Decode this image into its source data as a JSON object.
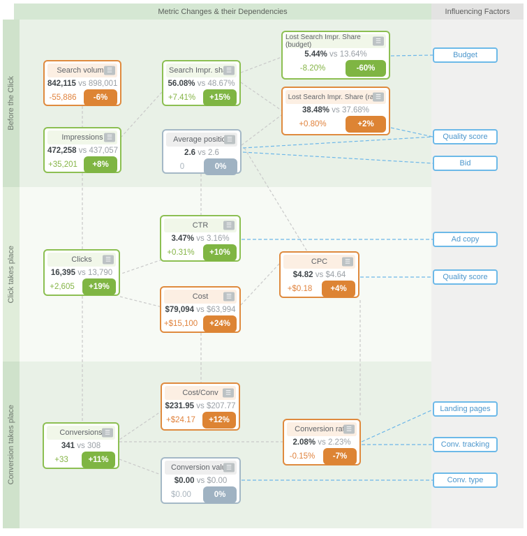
{
  "header": {
    "metrics_title": "Metric Changes & their Dependencies",
    "factors_title": "Influencing Factors"
  },
  "sections": [
    {
      "id": "before-click",
      "label": "Before the Click"
    },
    {
      "id": "click-takes-place",
      "label": "Click takes place"
    },
    {
      "id": "conversion-takes-place",
      "label": "Conversion takes place"
    }
  ],
  "cards": [
    {
      "id": "search-volume",
      "title": "Search volume",
      "tone": "orange",
      "current": "842,115",
      "vs_label": "vs",
      "previous": "898,001",
      "delta": "-55,886",
      "percent": "-6%"
    },
    {
      "id": "impressions",
      "title": "Impressions",
      "tone": "green",
      "current": "472,258",
      "vs_label": "vs",
      "previous": "437,057",
      "delta": "+35,201",
      "percent": "+8%"
    },
    {
      "id": "search-impr-share",
      "title": "Search Impr. share",
      "tone": "green",
      "current": "56.08%",
      "vs_label": "vs",
      "previous": "48.67%",
      "delta": "+7.41%",
      "percent": "+15%"
    },
    {
      "id": "average-position",
      "title": "Average position",
      "tone": "neutral",
      "current": "2.6",
      "vs_label": "vs",
      "previous": "2.6",
      "delta": "0",
      "percent": "0%"
    },
    {
      "id": "lost-is-budget",
      "title": "Lost Search Impr. Share (budget)",
      "tone": "green",
      "current": "5.44%",
      "vs_label": "vs",
      "previous": "13.64%",
      "delta": "-8.20%",
      "percent": "-60%"
    },
    {
      "id": "lost-is-rank",
      "title": "Lost Search Impr. Share (rank)",
      "tone": "orange",
      "current": "38.48%",
      "vs_label": "vs",
      "previous": "37.68%",
      "delta": "+0.80%",
      "percent": "+2%"
    },
    {
      "id": "ctr",
      "title": "CTR",
      "tone": "green",
      "current": "3.47%",
      "vs_label": "vs",
      "previous": "3.16%",
      "delta": "+0.31%",
      "percent": "+10%"
    },
    {
      "id": "clicks",
      "title": "Clicks",
      "tone": "green",
      "current": "16,395",
      "vs_label": "vs",
      "previous": "13,790",
      "delta": "+2,605",
      "percent": "+19%"
    },
    {
      "id": "cost",
      "title": "Cost",
      "tone": "orange",
      "current": "$79,094",
      "vs_label": "vs",
      "previous": "$63,994",
      "delta": "+$15,100",
      "percent": "+24%"
    },
    {
      "id": "cpc",
      "title": "CPC",
      "tone": "orange",
      "current": "$4.82",
      "vs_label": "vs",
      "previous": "$4.64",
      "delta": "+$0.18",
      "percent": "+4%"
    },
    {
      "id": "cost-conv",
      "title": "Cost/Conv",
      "tone": "orange",
      "current": "$231.95",
      "vs_label": "vs",
      "previous": "$207.77",
      "delta": "+$24.17",
      "percent": "+12%"
    },
    {
      "id": "conversions",
      "title": "Conversions",
      "tone": "green",
      "current": "341",
      "vs_label": "vs",
      "previous": "308",
      "delta": "+33",
      "percent": "+11%"
    },
    {
      "id": "conversion-rate",
      "title": "Conversion rate",
      "tone": "orange",
      "current": "2.08%",
      "vs_label": "vs",
      "previous": "2.23%",
      "delta": "-0.15%",
      "percent": "-7%"
    },
    {
      "id": "conversion-value",
      "title": "Conversion value",
      "tone": "neutral",
      "current": "$0.00",
      "vs_label": "vs",
      "previous": "$0.00",
      "delta": "$0.00",
      "percent": "0%"
    }
  ],
  "factors": [
    {
      "id": "budget",
      "label": "Budget"
    },
    {
      "id": "quality-score-1",
      "label": "Quality score"
    },
    {
      "id": "bid",
      "label": "Bid"
    },
    {
      "id": "ad-copy",
      "label": "Ad copy"
    },
    {
      "id": "quality-score-2",
      "label": "Quality score"
    },
    {
      "id": "landing-pages",
      "label": "Landing pages"
    },
    {
      "id": "conv-tracking",
      "label": "Conv. tracking"
    },
    {
      "id": "conv-type",
      "label": "Conv. type"
    }
  ],
  "icons": {
    "card_menu": "menu-icon"
  },
  "colors": {
    "orange": "#dd8434",
    "green": "#7fb543",
    "neutral": "#9fb2c2",
    "factor_blue_border": "#6cb9e8",
    "factor_blue_text": "#4b96cc",
    "gray_connector": "#c9c9c9",
    "blue_connector": "#6db7e8",
    "header_green": "#d5e7d3",
    "header_gray": "#e3e3e2",
    "section_green_bg": "#e9f1e7",
    "section_light_bg": "#f7faf5"
  }
}
